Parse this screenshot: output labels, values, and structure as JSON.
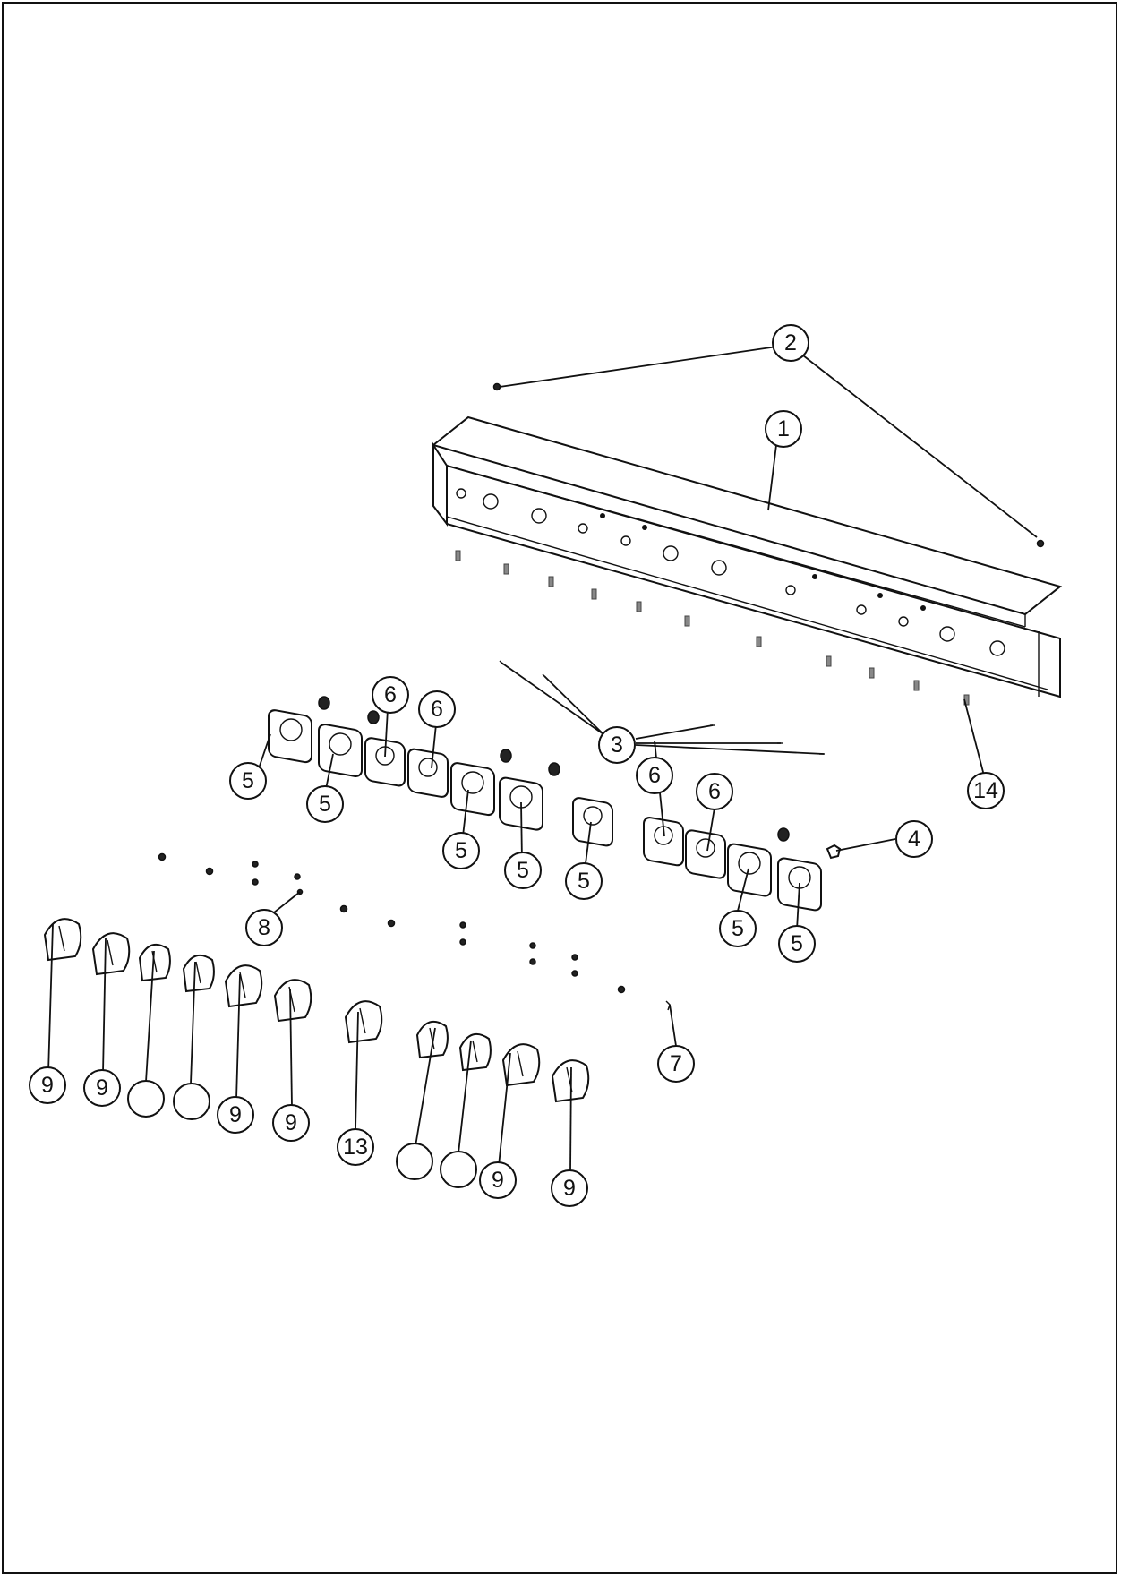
{
  "diagram": {
    "callouts": [
      {
        "id": "c2",
        "label": "2"
      },
      {
        "id": "c1",
        "label": "1"
      },
      {
        "id": "c3",
        "label": "3"
      },
      {
        "id": "c14",
        "label": "14"
      },
      {
        "id": "c4",
        "label": "4"
      },
      {
        "id": "c5a",
        "label": "5"
      },
      {
        "id": "c5b",
        "label": "5"
      },
      {
        "id": "c6a",
        "label": "6"
      },
      {
        "id": "c6b",
        "label": "6"
      },
      {
        "id": "c5c",
        "label": "5"
      },
      {
        "id": "c5d",
        "label": "5"
      },
      {
        "id": "c5e",
        "label": "5"
      },
      {
        "id": "c6c",
        "label": "6"
      },
      {
        "id": "c6d",
        "label": "6"
      },
      {
        "id": "c5f",
        "label": "5"
      },
      {
        "id": "c5g",
        "label": "5"
      },
      {
        "id": "c8",
        "label": "8"
      },
      {
        "id": "c7",
        "label": "7"
      },
      {
        "id": "c9a",
        "label": "9"
      },
      {
        "id": "c9b",
        "label": "9"
      },
      {
        "id": "cBa",
        "label": ""
      },
      {
        "id": "cBb",
        "label": ""
      },
      {
        "id": "c9c",
        "label": "9"
      },
      {
        "id": "c9d",
        "label": "9"
      },
      {
        "id": "c13",
        "label": "13"
      },
      {
        "id": "cBc",
        "label": ""
      },
      {
        "id": "cBd",
        "label": ""
      },
      {
        "id": "c9e",
        "label": "9"
      },
      {
        "id": "c9f",
        "label": "9"
      }
    ]
  }
}
